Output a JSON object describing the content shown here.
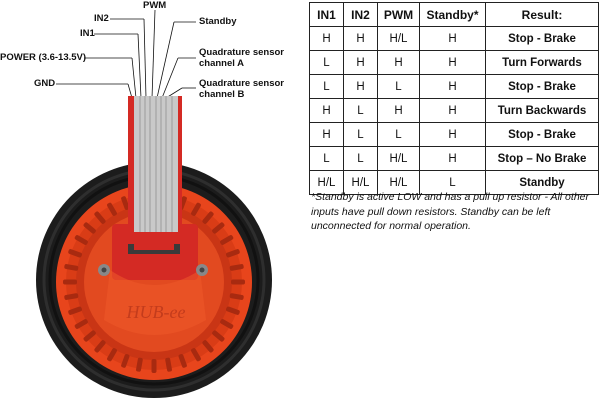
{
  "labels": {
    "pwm": "PWM",
    "in2": "IN2",
    "in1": "IN1",
    "power": "POWER (3.6-13.5V)",
    "gnd": "GND",
    "standby": "Standby",
    "quad_a_line1": "Quadrature sensor",
    "quad_a_line2": "channel A",
    "quad_b_line1": "Quadrature sensor",
    "quad_b_line2": "channel B"
  },
  "logo": "HUB-ee",
  "table": {
    "headers": [
      "IN1",
      "IN2",
      "PWM",
      "Standby*",
      "Result:"
    ],
    "rows": [
      [
        "H",
        "H",
        "H/L",
        "H",
        "Stop - Brake"
      ],
      [
        "L",
        "H",
        "H",
        "H",
        "Turn Forwards"
      ],
      [
        "L",
        "H",
        "L",
        "H",
        "Stop - Brake"
      ],
      [
        "H",
        "L",
        "H",
        "H",
        "Turn Backwards"
      ],
      [
        "H",
        "L",
        "L",
        "H",
        "Stop - Brake"
      ],
      [
        "L",
        "L",
        "H/L",
        "H",
        "Stop – No Brake"
      ],
      [
        "H/L",
        "H/L",
        "H/L",
        "L",
        "Standby"
      ]
    ]
  },
  "footnote": "*Standby is active LOW and has a pull up resistor - All other inputs have pull down resistors. Standby can be left unconnected for normal operation.",
  "colors": {
    "tire": "#1c1c1c",
    "hub": "#e8451c",
    "cable": "#c9c9c9",
    "red_board": "#d42a24"
  }
}
